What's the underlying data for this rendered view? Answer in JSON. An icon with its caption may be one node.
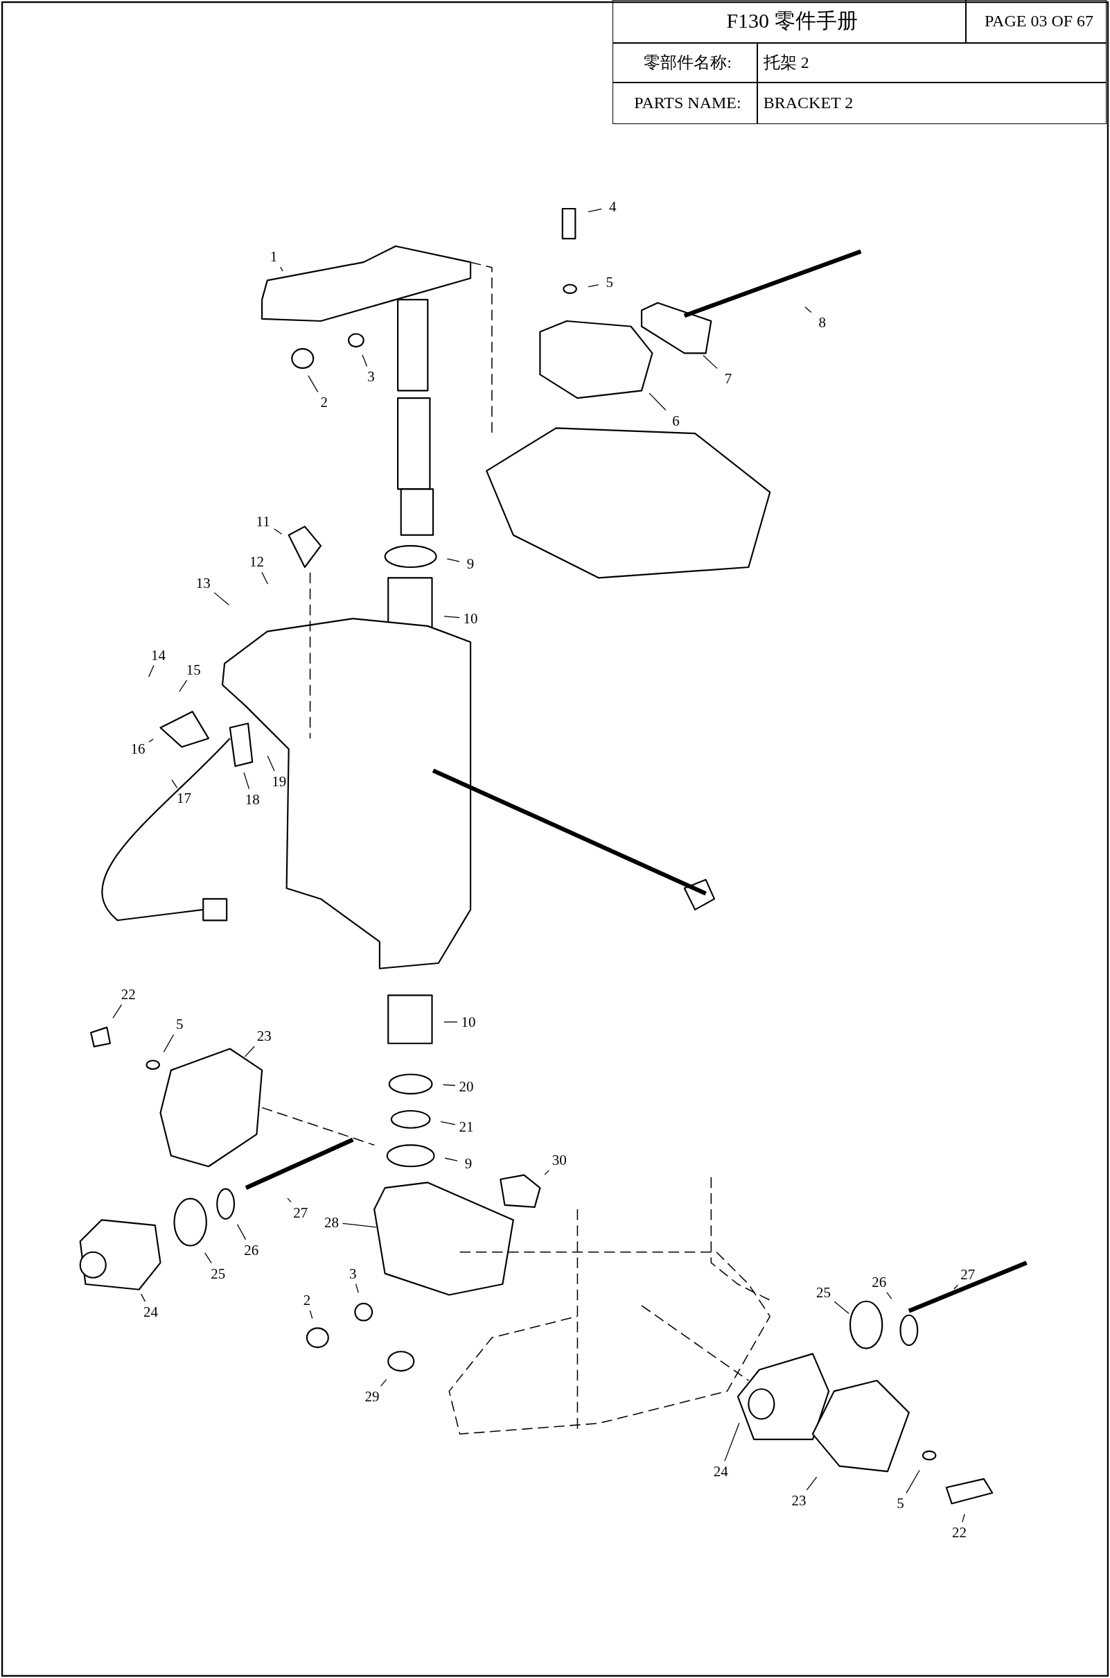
{
  "diagram": {
    "nodes": [
      {
        "text": [
          "1"
        ]
      },
      {
        "text": [
          "2"
        ]
      },
      {
        "text": [
          "3"
        ]
      },
      {
        "text": [
          "4"
        ]
      },
      {
        "text": [
          "5"
        ]
      },
      {
        "text": [
          "6"
        ]
      },
      {
        "text": [
          "7"
        ]
      },
      {
        "text": [
          "8"
        ]
      },
      {
        "text": [
          "9"
        ]
      },
      {
        "text": [
          "10"
        ]
      },
      {
        "text": [
          "11"
        ]
      },
      {
        "text": [
          "12"
        ]
      },
      {
        "text": [
          "13"
        ]
      },
      {
        "text": [
          "14"
        ]
      },
      {
        "text": [
          "15"
        ]
      },
      {
        "text": [
          "16"
        ]
      },
      {
        "text": [
          "17"
        ]
      },
      {
        "text": [
          "18"
        ]
      },
      {
        "text": [
          "19"
        ]
      },
      {
        "text": [
          "22"
        ]
      },
      {
        "text": [
          "5"
        ]
      },
      {
        "text": [
          "23"
        ]
      },
      {
        "text": [
          "10"
        ]
      },
      {
        "text": [
          "20"
        ]
      },
      {
        "text": [
          "21"
        ]
      },
      {
        "text": [
          "9"
        ]
      },
      {
        "text": [
          "30"
        ]
      },
      {
        "text": [
          "27"
        ]
      },
      {
        "text": [
          "28"
        ]
      },
      {
        "text": [
          "26"
        ]
      },
      {
        "text": [
          "25"
        ]
      },
      {
        "text": [
          "24"
        ]
      },
      {
        "text": [
          "3"
        ]
      },
      {
        "text": [
          "2"
        ]
      },
      {
        "text": [
          "29"
        ]
      },
      {
        "text": [
          "27"
        ]
      },
      {
        "text": [
          "26"
        ]
      },
      {
        "text": [
          "25"
        ]
      },
      {
        "text": [
          "24"
        ]
      },
      {
        "text": [
          "23"
        ]
      },
      {
        "text": [
          "5"
        ]
      },
      {
        "text": [
          "22"
        ]
      }
    ],
    "edges": [
      {
        "from": 0,
        "to": null,
        "arrow": "none"
      },
      {
        "from": 1,
        "to": null,
        "arrow": "none"
      },
      {
        "from": 2,
        "to": null,
        "arrow": "none"
      },
      {
        "from": 3,
        "to": null,
        "arrow": "none"
      },
      {
        "from": 4,
        "to": null,
        "arrow": "none"
      },
      {
        "from": 5,
        "to": null,
        "arrow": "none"
      },
      {
        "from": 6,
        "to": null,
        "arrow": "none"
      },
      {
        "from": 7,
        "to": null,
        "arrow": "none"
      },
      {
        "from": 8,
        "to": null,
        "arrow": "none"
      },
      {
        "from": 9,
        "to": null,
        "arrow": "none"
      },
      {
        "from": 10,
        "to": null,
        "arrow": "none"
      },
      {
        "from": 11,
        "to": null,
        "arrow": "none"
      },
      {
        "from": 12,
        "to": null,
        "arrow": "none"
      },
      {
        "from": 13,
        "to": null,
        "arrow": "none"
      },
      {
        "from": 14,
        "to": null,
        "arrow": "none"
      },
      {
        "from": 15,
        "to": null,
        "arrow": "none"
      },
      {
        "from": 16,
        "to": null,
        "arrow": "none"
      },
      {
        "from": 17,
        "to": null,
        "arrow": "none"
      },
      {
        "from": 18,
        "to": null,
        "arrow": "none"
      },
      {
        "from": 19,
        "to": null,
        "arrow": "none"
      },
      {
        "from": 20,
        "to": null,
        "arrow": "none"
      },
      {
        "from": 21,
        "to": null,
        "arrow": "none"
      },
      {
        "from": 22,
        "to": null,
        "arrow": "none"
      },
      {
        "from": 23,
        "to": null,
        "arrow": "none"
      },
      {
        "from": 24,
        "to": null,
        "arrow": "none"
      },
      {
        "from": 25,
        "to": null,
        "arrow": "none"
      },
      {
        "from": 26,
        "to": null,
        "arrow": "none"
      },
      {
        "from": 27,
        "to": null,
        "arrow": "none"
      },
      {
        "from": 28,
        "to": null,
        "arrow": "none"
      },
      {
        "from": 29,
        "to": null,
        "arrow": "none"
      },
      {
        "from": 30,
        "to": null,
        "arrow": "none"
      },
      {
        "from": 31,
        "to": null,
        "arrow": "none"
      },
      {
        "from": 32,
        "to": null,
        "arrow": "none"
      },
      {
        "from": 33,
        "to": null,
        "arrow": "none"
      },
      {
        "from": 34,
        "to": null,
        "arrow": "none"
      },
      {
        "from": 35,
        "to": null,
        "arrow": "none"
      },
      {
        "from": 36,
        "to": null,
        "arrow": "none"
      },
      {
        "from": 37,
        "to": null,
        "arrow": "none"
      },
      {
        "from": 38,
        "to": null,
        "arrow": "none"
      },
      {
        "from": 39,
        "to": null,
        "arrow": "none"
      },
      {
        "from": 40,
        "to": null,
        "arrow": "none"
      },
      {
        "from": 41,
        "to": null,
        "arrow": "none"
      }
    ],
    "labels": [
      "F130 零件手册",
      "PAGE 03 OF 67",
      "零部件名称:",
      "托架 2",
      "PARTS NAME:",
      "BRACKET 2"
    ]
  }
}
